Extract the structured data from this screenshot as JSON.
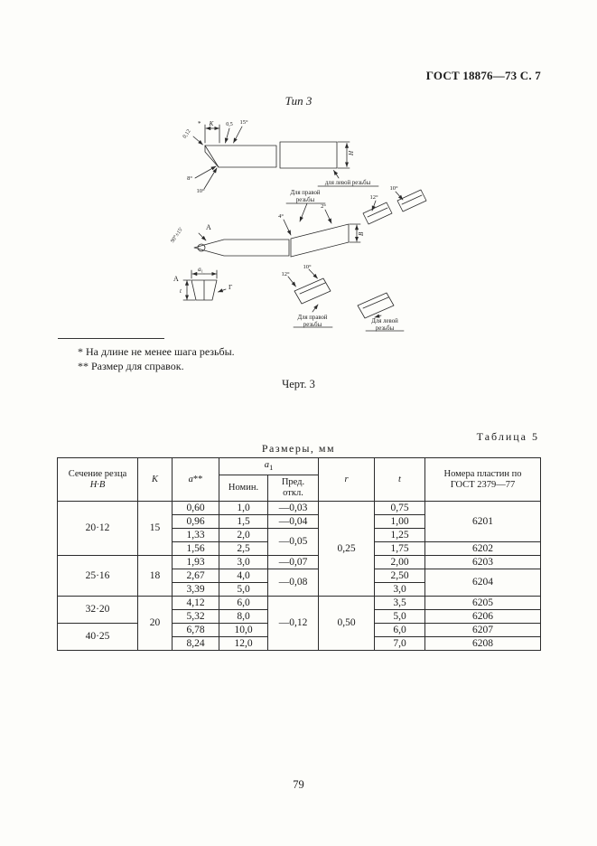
{
  "page": {
    "header": "ГОСТ 18876—73 С. 7",
    "page_number": "79"
  },
  "figure": {
    "type_label": "Тип 3",
    "caption": "Черт. 3",
    "footnote1": "* На длине не менее шага резьбы.",
    "footnote2": "** Размер для справок.",
    "labels": {
      "star": "*",
      "k": "K",
      "chamfer": "0,12",
      "dim05": "0,5",
      "angle15": "15°",
      "h": "H",
      "angle8": "8°",
      "angle10": "10°",
      "angle4": "4°",
      "angle2": "2°",
      "angle12": "12°",
      "angle10b": "10°",
      "angle90": "90°±15'",
      "view_a": "А",
      "dim_b": "В",
      "a1_base": "a",
      "a1_sub": "1",
      "t": "t",
      "view_g": "Г",
      "left_thread_inline": "для левой резьбы",
      "right_thread_l1": "Для правой",
      "left_thread_l1": "Для левой",
      "thread_l2": "резьбы"
    }
  },
  "table": {
    "label": "Таблица 5",
    "title": "Размеры, мм",
    "headers": {
      "section_l1": "Сечение резца",
      "section_l2": "Н·В",
      "k": "К",
      "a_base": "a",
      "a_star": "**",
      "a1_base": "a",
      "a1_sub": "1",
      "nominal": "Номин.",
      "deviation": "Пред.\nоткл.",
      "r": "r",
      "t": "t",
      "plates": "Номера пластин по\nГОСТ 2379—77"
    },
    "rows": [
      {
        "section": "20·12",
        "k": "15",
        "a": "0,60",
        "nom": "1,0",
        "dev": "—0,03",
        "r": "0,25",
        "t": "0,75",
        "plate": "6201"
      },
      {
        "a": "0,96",
        "nom": "1,5",
        "dev": "—0,04",
        "t": "1,00"
      },
      {
        "a": "1,33",
        "nom": "2,0",
        "dev": "—0,05",
        "t": "1,25"
      },
      {
        "a": "1,56",
        "nom": "2,5",
        "t": "1,75",
        "plate": "6202"
      },
      {
        "section": "25·16",
        "k": "18",
        "a": "1,93",
        "nom": "3,0",
        "dev": "—0,07",
        "t": "2,00",
        "plate": "6203"
      },
      {
        "a": "2,67",
        "nom": "4,0",
        "dev": "—0,08",
        "t": "2,50",
        "plate": "6204"
      },
      {
        "a": "3,39",
        "nom": "5,0",
        "t": "3,0"
      },
      {
        "section": "32·20",
        "k": "20",
        "a": "4,12",
        "nom": "6,0",
        "dev": "—0,12",
        "r": "0,50",
        "t": "3,5",
        "plate": "6205"
      },
      {
        "a": "5,32",
        "nom": "8,0",
        "t": "5,0",
        "plate": "6206"
      },
      {
        "section": "40·25",
        "a": "6,78",
        "nom": "10,0",
        "t": "6,0",
        "plate": "6207"
      },
      {
        "a": "8,24",
        "nom": "12,0",
        "t": "7,0",
        "plate": "6208"
      }
    ]
  }
}
